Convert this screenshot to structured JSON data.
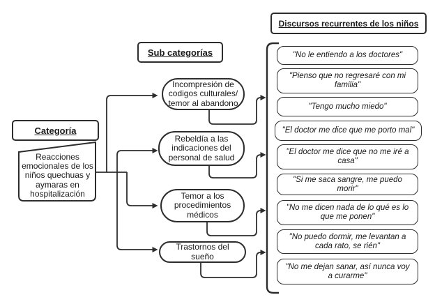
{
  "category": {
    "header_label": "Categoría",
    "content_text": "Reacciones emocionales de los niños quechuas y aymaras en hospitalización"
  },
  "subcategories": {
    "header_label": "Sub categorías",
    "items": [
      {
        "label": "Incompresión de codigos culturales/ temor al abandono"
      },
      {
        "label": "Rebeldía a las indicaciones del personal de salud"
      },
      {
        "label": "Temor a los procedimientos médicos"
      },
      {
        "label": "Trastornos del sueño"
      }
    ]
  },
  "discourses": {
    "header_label": "Discursos recurrentes de los niños",
    "items": [
      {
        "quote": "\"No le entiendo a los doctores\""
      },
      {
        "quote": "\"Pienso que no regresaré con mi familia\""
      },
      {
        "quote": "\"Tengo mucho miedo\""
      },
      {
        "quote": "\"El doctor me dice que me porto mal\""
      },
      {
        "quote": "\"El doctor me dice que no me iré a casa\""
      },
      {
        "quote": "\"Si me saca sangre, me puedo morir\""
      },
      {
        "quote": "\"No me dicen nada de lo qué es lo que me ponen\""
      },
      {
        "quote": "\"No puedo dormir, me levantan a cada rato, se rién\""
      },
      {
        "quote": "\"No me dejan sanar, así nunca voy a curarme\""
      }
    ]
  },
  "colors": {
    "line": "#2d2d2d",
    "background": "#ffffff"
  }
}
